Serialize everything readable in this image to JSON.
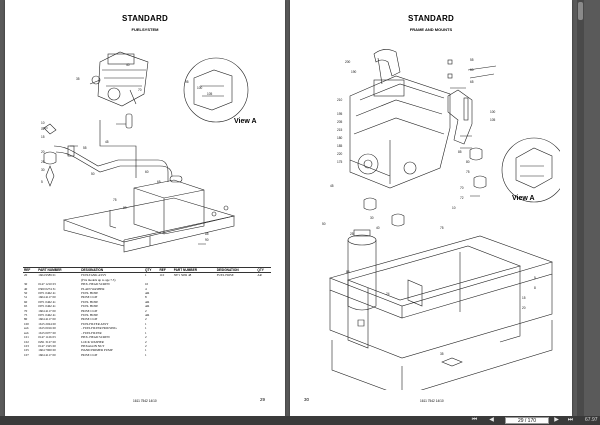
{
  "left_page": {
    "title": "STANDARD",
    "subtitle": "FUELSYSTEM",
    "view_label": "View A",
    "callouts": [
      "35",
      "40",
      "70",
      "10",
      "11",
      "15",
      "20",
      "25",
      "30",
      "5",
      "55",
      "45",
      "60",
      "65",
      "95",
      "100",
      "105",
      "75",
      "80",
      "85",
      "90",
      "50"
    ],
    "table": {
      "headers": [
        "REF",
        "PART NUMBER",
        "DESIGNATION",
        "QTY",
        "REF",
        "PART NUMBER",
        "DESIGNATION",
        "QTY"
      ],
      "rows": [
        [
          "20",
          "1604 9589 01",
          "FUELTANK ASSY",
          "1",
          "110",
          "5871 5682 48",
          "FUEL HOSE",
          "AR"
        ],
        [
          "",
          "",
          "(Fits models up to age 7.5)",
          "",
          "",
          "",
          "",
          ""
        ],
        [
          "30",
          "0147 1210 03",
          "HEX. HEAD SCREW",
          "10",
          "",
          "",
          "",
          ""
        ],
        [
          "40",
          "0300 0274 31",
          "PLAIN WASHER",
          "4",
          "",
          "",
          "",
          ""
        ],
        [
          "50",
          "0071 0462 41",
          "FUEL HOSE",
          "AR",
          "",
          "",
          "",
          ""
        ],
        [
          "51",
          "1604 4117 00",
          "HOSE CLIP",
          "8",
          "",
          "",
          "",
          ""
        ],
        [
          "60",
          "0071 0462 41",
          "FUEL HOSE",
          "AR",
          "",
          "",
          "",
          ""
        ],
        [
          "65",
          "0071 0462 41",
          "FUEL HOSE",
          "AR",
          "",
          "",
          "",
          ""
        ],
        [
          "70",
          "1604 4117 00",
          "HOSE CLIP",
          "2",
          "",
          "",
          "",
          ""
        ],
        [
          "75",
          "0071 0462 41",
          "FUEL HOSE",
          "AR",
          "",
          "",
          "",
          ""
        ],
        [
          "80",
          "1604 4117 00",
          "HOSE CLIP",
          "2",
          "",
          "",
          "",
          ""
        ],
        [
          "100",
          "1615 2024 00",
          "FUELFILTER ASSY",
          "1",
          "",
          "",
          "",
          ""
        ],
        [
          "sub",
          "1615 0016 00",
          "- FUELFILTER HOUSING",
          "1",
          "",
          "",
          "",
          ""
        ],
        [
          "sub",
          "1615 0077 00",
          "- FUELFILTER",
          "1",
          "",
          "",
          "",
          ""
        ],
        [
          "101",
          "0147 1126 03",
          "HEX. HEAD SCREW",
          "2",
          "",
          "",
          "",
          ""
        ],
        [
          "102",
          "0291 3127 00",
          "LOCK WASHER",
          "2",
          "",
          "",
          "",
          ""
        ],
        [
          "103",
          "0147 1325 00",
          "HEXAGON NUT",
          "2",
          "",
          "",
          "",
          ""
        ],
        [
          "105",
          "1604 7900 00",
          "HAND PRIMER PUMP",
          "1",
          "",
          "",
          "",
          ""
        ],
        [
          "107",
          "1604 4117 00",
          "HOSE CLIP",
          "1",
          "",
          "",
          "",
          ""
        ]
      ]
    },
    "footer_code": "1611 7542 14/10",
    "page_number": "29"
  },
  "right_page": {
    "title": "STANDARD",
    "subtitle": "FRAME AND MOUNTS",
    "view_label": "View A",
    "callouts": [
      "200",
      "190",
      "210",
      "195",
      "205",
      "215",
      "180",
      "185",
      "220",
      "175",
      "55",
      "60",
      "65",
      "70",
      "72",
      "10",
      "85",
      "80",
      "75",
      "100",
      "105",
      "75",
      "45",
      "50",
      "30",
      "40",
      "25",
      "5",
      "8",
      "15",
      "20",
      "24",
      "35",
      "85"
    ],
    "footer_code": "1611 7542 14/10",
    "page_number": "30"
  },
  "statusbar": {
    "first_label": "⏮",
    "prev_label": "◀",
    "page_indicator": "29 / 170",
    "next_label": "▶",
    "last_label": "⏭",
    "zoom_label": "67.97"
  }
}
